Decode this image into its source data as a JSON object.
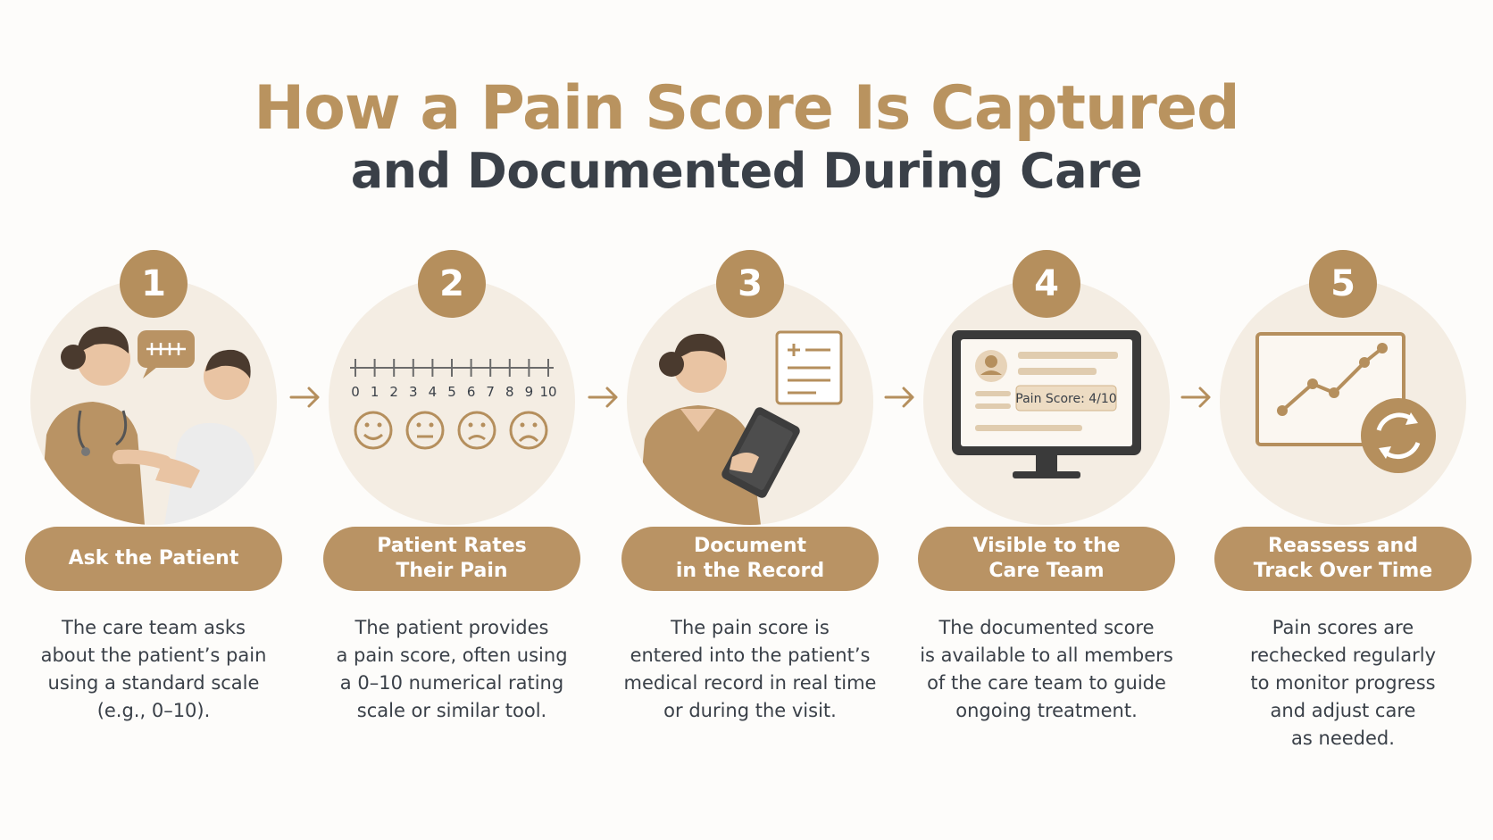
{
  "title": {
    "line1": "How a Pain Score Is Captured",
    "line2": "and Documented During Care"
  },
  "colors": {
    "accent": "#b58f5d",
    "pill": "#b99364",
    "circle_bg": "#f4ede3",
    "text_dark": "#3a4048"
  },
  "steps": [
    {
      "number": "1",
      "label": "Ask the Patient",
      "description": "The care team asks\nabout the patient’s pain\nusing a standard scale\n(e.g., 0–10).",
      "icon": "nurse-talking-to-patient"
    },
    {
      "number": "2",
      "label": "Patient Rates\nTheir Pain",
      "description": "The patient provides\na pain score, often using\na 0–10 numerical rating\nscale or similar tool.",
      "icon": "pain-rating-scale"
    },
    {
      "number": "3",
      "label": "Document\nin the Record",
      "description": "The pain score is\nentered into the patient’s\nmedical record in real time\nor during the visit.",
      "icon": "nurse-with-tablet"
    },
    {
      "number": "4",
      "label": "Visible to the\nCare Team",
      "description": "The documented score\nis available to all members\nof the care team to guide\nongoing treatment.",
      "icon": "monitor-record"
    },
    {
      "number": "5",
      "label": "Reassess and\nTrack Over Time",
      "description": "Pain scores are\nrechecked regularly\nto monitor progress\nand adjust care\nas needed.",
      "icon": "trend-chart-refresh"
    }
  ],
  "scale": {
    "numbers": [
      "0",
      "1",
      "2",
      "3",
      "4",
      "5",
      "6",
      "7",
      "8",
      "9",
      "10"
    ]
  },
  "monitor": {
    "pain_score_label": "Pain Score: 4/10"
  }
}
